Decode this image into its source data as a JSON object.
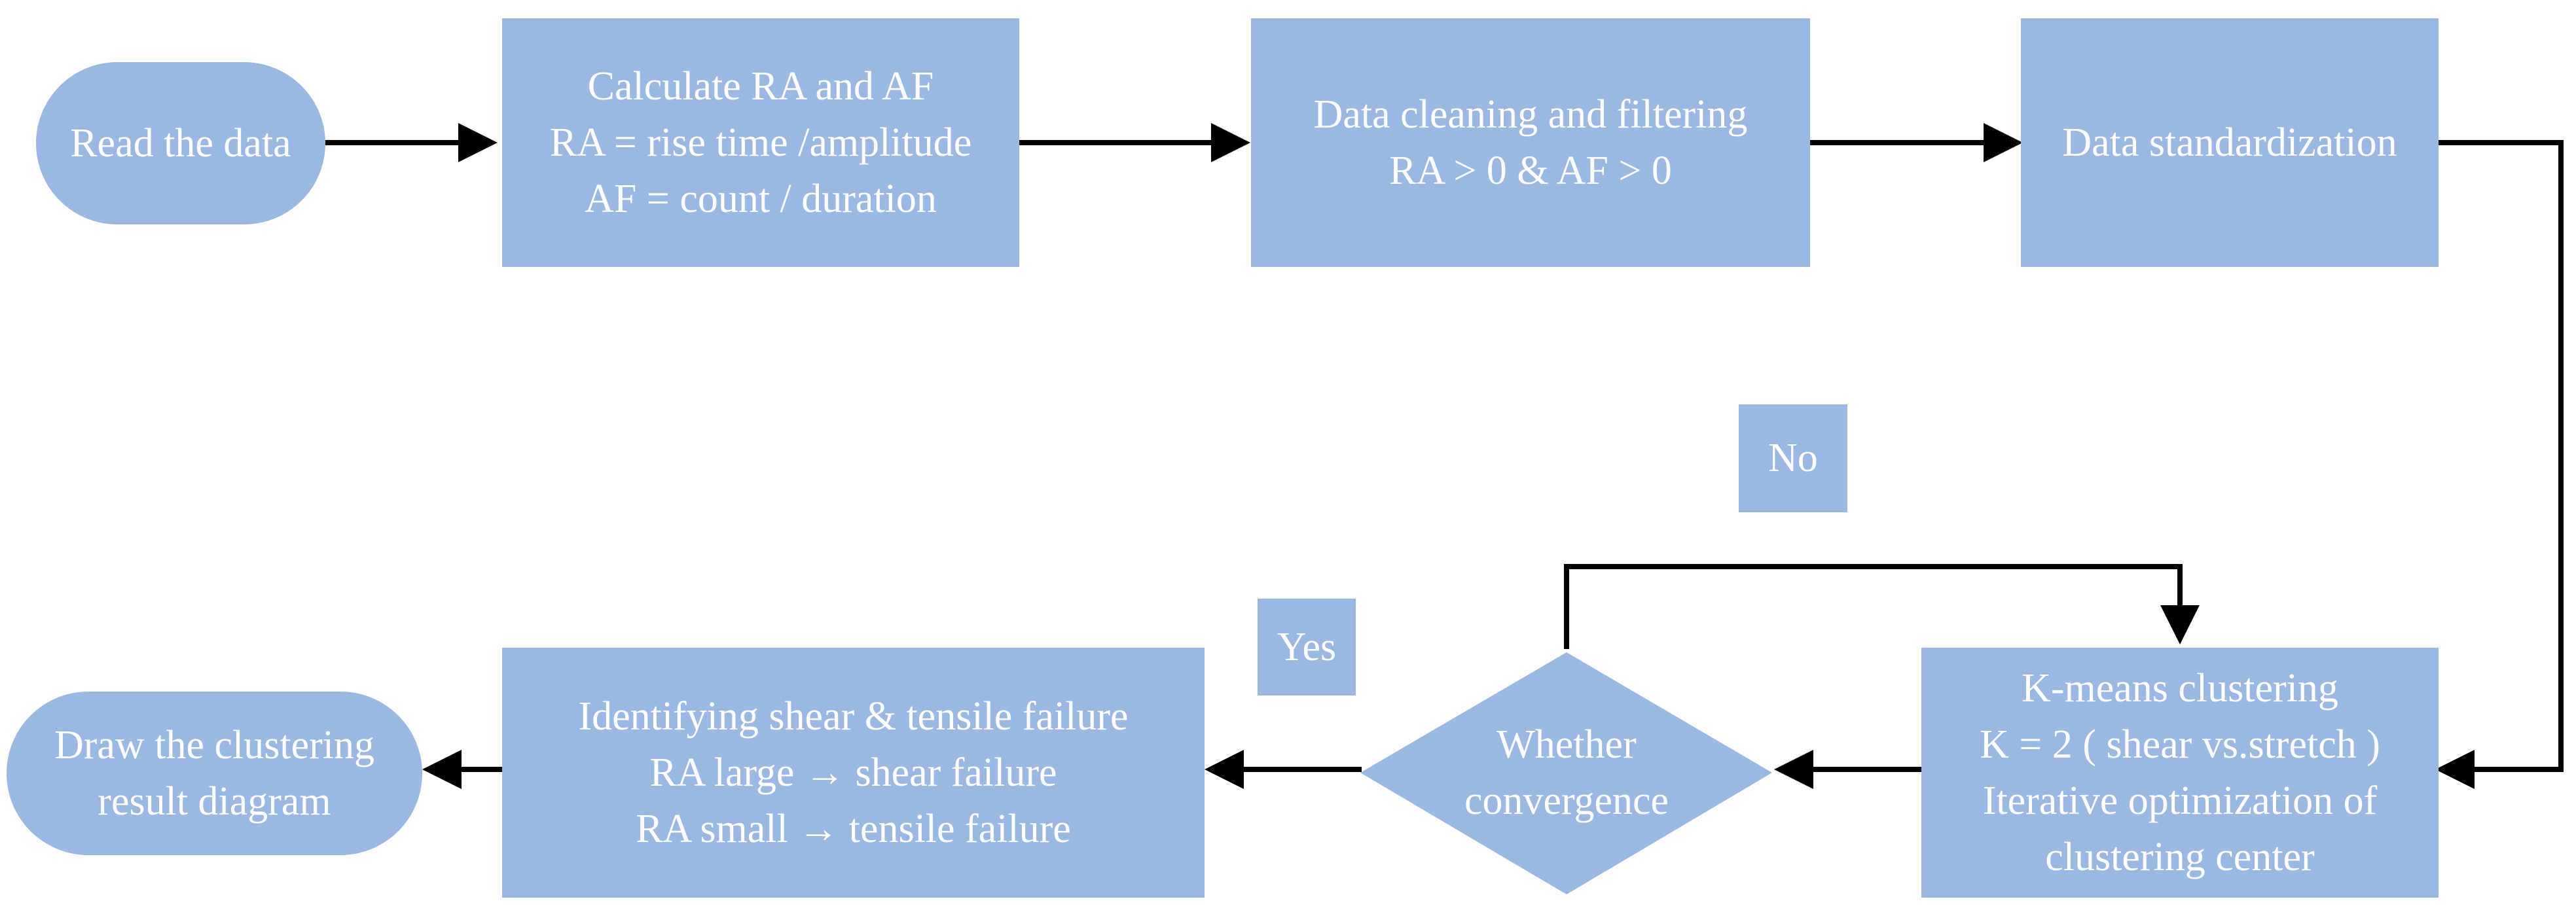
{
  "nodes": {
    "read": {
      "lines": [
        "Read the data"
      ]
    },
    "calc": {
      "lines": [
        "Calculate RA and AF",
        "RA = rise time /amplitude",
        "AF = count / duration"
      ]
    },
    "clean": {
      "lines": [
        "Data cleaning and filtering",
        "RA > 0 & AF > 0"
      ]
    },
    "standard": {
      "lines": [
        "Data standardization"
      ]
    },
    "kmeans": {
      "lines": [
        "K-means clustering",
        "K = 2 ( shear vs.stretch )",
        "Iterative optimization of",
        "clustering center"
      ]
    },
    "converge": {
      "lines": [
        "Whether",
        "convergence"
      ]
    },
    "identify": {
      "lines": [
        "Identifying shear & tensile failure",
        "RA large → shear failure",
        "RA small → tensile failure"
      ]
    },
    "draw": {
      "lines": [
        "Draw the clustering",
        "result diagram"
      ]
    }
  },
  "labels": {
    "no": "No",
    "yes": "Yes"
  }
}
